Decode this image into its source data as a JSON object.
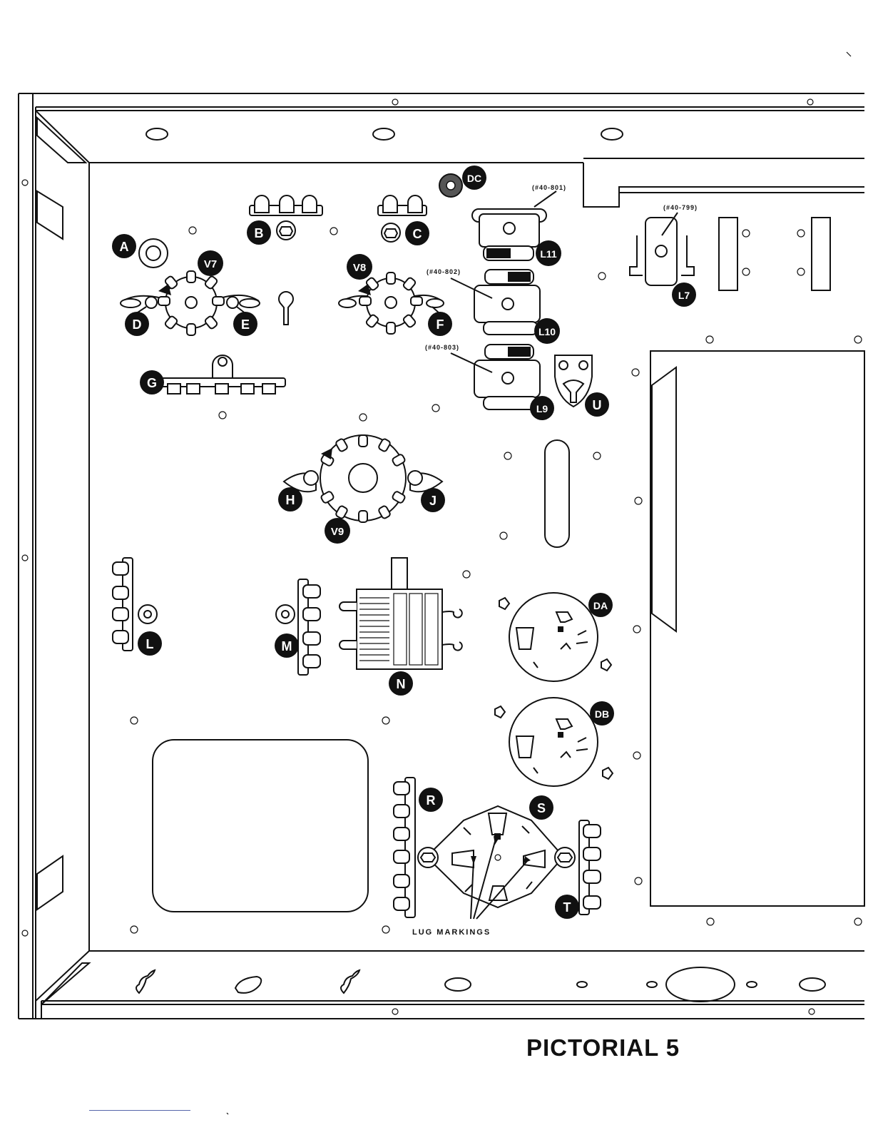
{
  "caption": "PICTORIAL 5",
  "labels": {
    "A": "A",
    "B": "B",
    "C": "C",
    "D": "D",
    "E": "E",
    "F": "F",
    "G": "G",
    "H": "H",
    "J": "J",
    "L": "L",
    "M": "M",
    "N": "N",
    "R": "R",
    "S": "S",
    "T": "T",
    "U": "U",
    "V7": "V7",
    "V8": "V8",
    "V9": "V9",
    "L7": "L7",
    "L9": "L9",
    "L10": "L10",
    "L11": "L11",
    "DA": "DA",
    "DB": "DB",
    "DC": "DC"
  },
  "part_numbers": {
    "L11": "(#40-801)",
    "L10": "(#40-802)",
    "L9": "(#40-803)",
    "L7": "(#40-799)"
  },
  "annotation": "LUG MARKINGS"
}
